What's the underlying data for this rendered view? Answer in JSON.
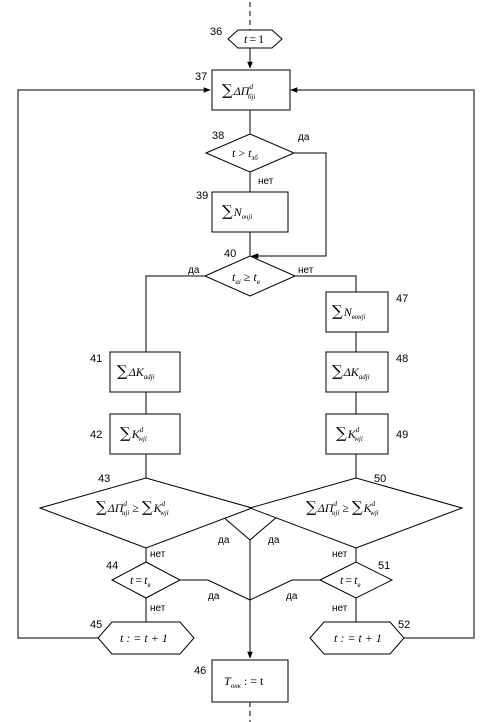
{
  "blocks": {
    "b36": {
      "num": "36",
      "t": "t",
      "op": "=",
      "val": "1"
    },
    "b37": {
      "num": "37",
      "main": "ΔП",
      "sub": "бji",
      "sup": "d"
    },
    "b38": {
      "num": "38",
      "lhs": "t",
      "op": ">",
      "rhs": "t",
      "rhs_sub": "зб"
    },
    "b39": {
      "num": "39",
      "main": "N",
      "sub": "очji"
    },
    "b40": {
      "num": "40",
      "lhs": "t",
      "lhs_sub": "ai",
      "op": "≥",
      "rhs": "t",
      "rhs_sub": "в"
    },
    "b41": {
      "num": "41",
      "main": "ΔK",
      "sub": "adji"
    },
    "b42": {
      "num": "42",
      "main": "K",
      "sub": "wji",
      "sup": "d"
    },
    "b43": {
      "num": "43",
      "lhs": "ΔП",
      "lhs_sub": "иji",
      "lhs_sup": "d",
      "op": "≥",
      "rhs": "K",
      "rhs_sub": "wji",
      "rhs_sup": "d"
    },
    "b44": {
      "num": "44",
      "lhs": "t",
      "op": "=",
      "rhs": "t",
      "rhs_sub": "в"
    },
    "b45": {
      "num": "45",
      "text": "t : = t + 1"
    },
    "b46": {
      "num": "46",
      "main": "T",
      "sub": "онк",
      "rest": ": = t"
    },
    "b47": {
      "num": "47",
      "main": "N",
      "sub": "вонji"
    },
    "b48": {
      "num": "48",
      "main": "ΔK",
      "sub": "adji"
    },
    "b49": {
      "num": "49",
      "main": "K",
      "sub": "wji",
      "sup": "d"
    },
    "b50": {
      "num": "50",
      "lhs": "ΔП",
      "lhs_sub": "иji",
      "lhs_sup": "d",
      "op": "≥",
      "rhs": "K",
      "rhs_sub": "wji",
      "rhs_sup": "d"
    },
    "b51": {
      "num": "51",
      "lhs": "t",
      "op": "=",
      "rhs": "t",
      "rhs_sub": "в"
    },
    "b52": {
      "num": "52",
      "text": "t : = t + 1"
    }
  },
  "sum": "∑",
  "branch_labels": {
    "yes": "да",
    "no": "нет"
  }
}
